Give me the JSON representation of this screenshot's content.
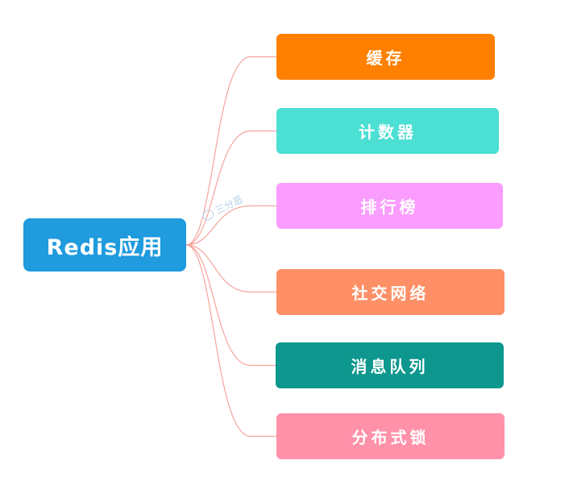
{
  "diagram": {
    "type": "mindmap",
    "root": {
      "label": "Redis应用",
      "color": "#1f9bde"
    },
    "branches": [
      {
        "label": "缓存",
        "color": "#ff8000"
      },
      {
        "label": "计数器",
        "color": "#4cdfd3"
      },
      {
        "label": "排行榜",
        "color": "#fb9cff"
      },
      {
        "label": "社交网络",
        "color": "#ff8f66"
      },
      {
        "label": "消息队列",
        "color": "#0d978e"
      },
      {
        "label": "分布式锁",
        "color": "#ff91a9"
      }
    ],
    "connector_color": "#f5a59c"
  },
  "watermark": {
    "text": "三分恶",
    "icon": "face-icon"
  }
}
